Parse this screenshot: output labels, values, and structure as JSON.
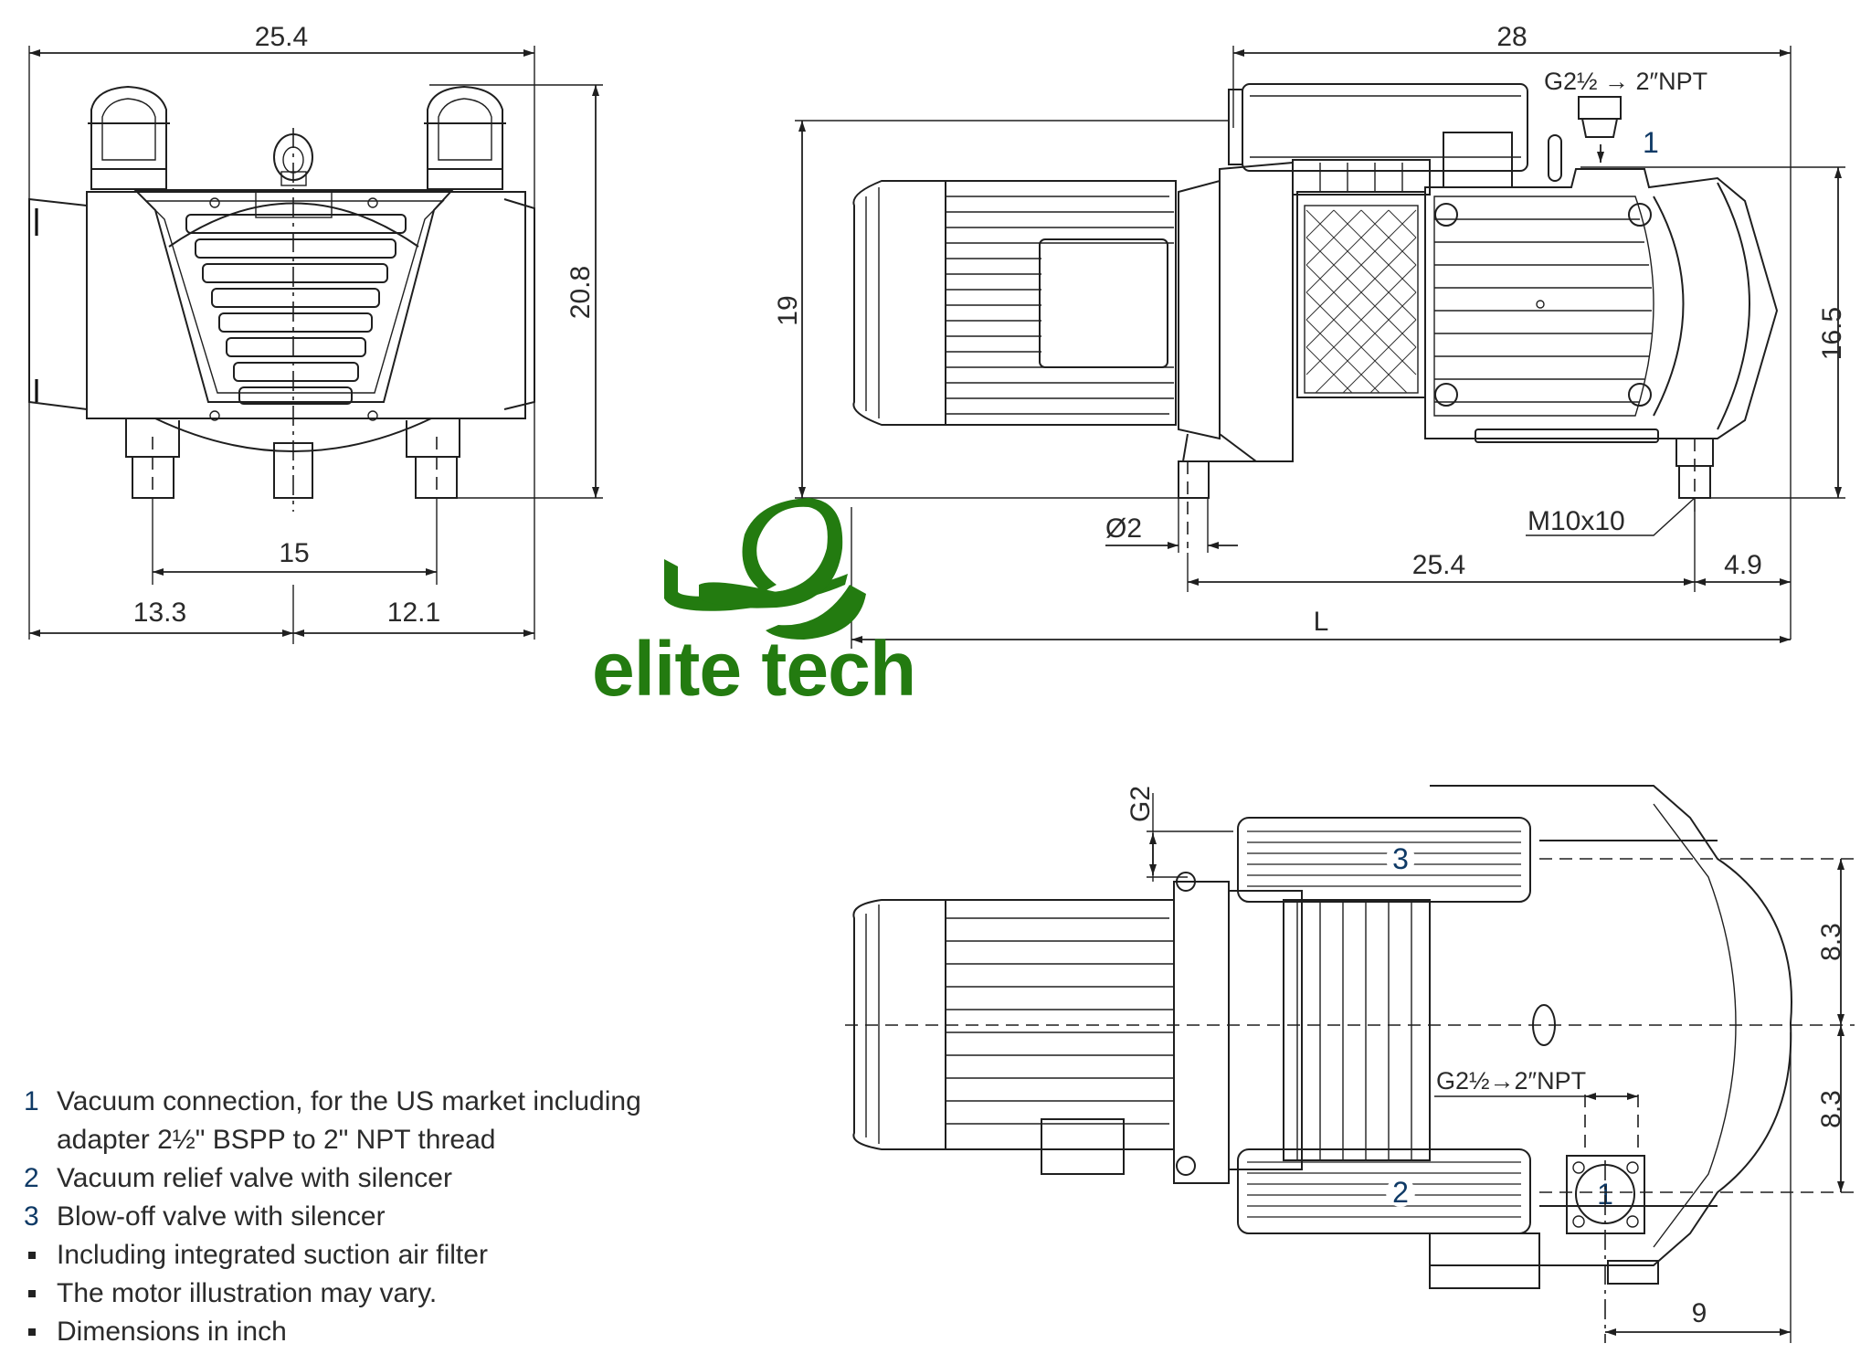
{
  "logo": {
    "text": "elite tech",
    "color": "#237b10"
  },
  "front_view": {
    "dims": {
      "width_total": "25.4",
      "height_total": "20.8",
      "foot_spacing": "15",
      "left_to_center": "13.3",
      "center_to_right": "12.1"
    }
  },
  "side_view": {
    "dims": {
      "overall_top": "28",
      "height_to_top": "19",
      "height_to_inlet": "16.5",
      "foot_diameter": "Ø2",
      "foot_thread": "M10x10",
      "foot_spacing": "25.4",
      "foot_to_end": "4.9",
      "length": "L"
    },
    "inlet_label": "G2½ → 2″NPT",
    "callout_1": "1"
  },
  "top_view": {
    "dims": {
      "g2": "G2",
      "upper_offset": "8.3",
      "lower_offset": "8.3",
      "inlet_to_end": "9"
    },
    "inlet_label": "G2½→2″NPT",
    "callouts": [
      "1",
      "2",
      "3"
    ]
  },
  "legend": {
    "items": [
      {
        "marker": "1",
        "text": "Vacuum connection, for the US market including",
        "text2": "adapter 2½\" BSPP to 2\" NPT thread"
      },
      {
        "marker": "2",
        "text": "Vacuum relief valve with silencer"
      },
      {
        "marker": "3",
        "text": "Blow-off valve with silencer"
      },
      {
        "marker": "▪",
        "text": "Including integrated suction air filter"
      },
      {
        "marker": "▪",
        "text": "The motor illustration may vary."
      },
      {
        "marker": "▪",
        "text": "Dimensions in inch"
      }
    ]
  },
  "colors": {
    "line": "#1f1f1f",
    "callout": "#0f3a66",
    "logo": "#237b10"
  }
}
